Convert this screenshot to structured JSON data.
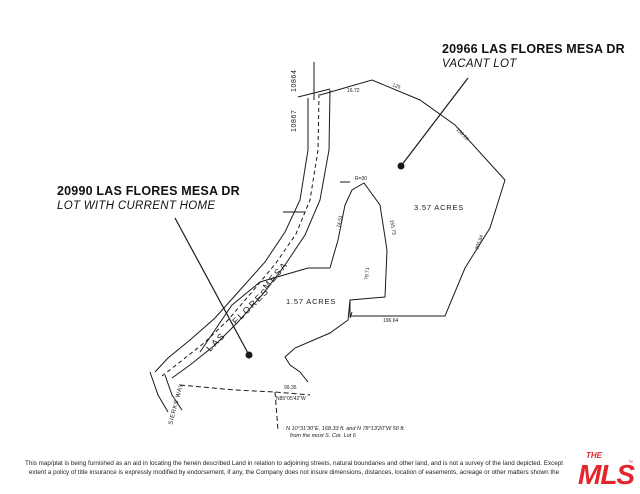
{
  "vacant_lot": {
    "address": "20966 LAS FLORES MESA DR",
    "description": "VACANT LOT"
  },
  "home_lot": {
    "address": "20990 LAS FLORES MESA DR",
    "description": "LOT WITH CURRENT HOME"
  },
  "parcel_labels": {
    "vacant_acres": "3.57 ACRES",
    "home_acres": "1.57 ACRES"
  },
  "street_label": {
    "las": "LAS",
    "flores": "FLORES",
    "mesa": "MESA",
    "sierks_way": "SIERKS WAY"
  },
  "map_numbers": {
    "left_tick": "10867",
    "right_tick": "10864"
  },
  "dimensions": {
    "top_east_1": "16.72",
    "top_east_2": "125",
    "ne_edge": "156.29",
    "east_edge": "305.84",
    "south_edge": "196.64",
    "curve_r": "R=30",
    "curve_mid": "155.73",
    "inner_1": "74.51",
    "inner_2": "79.71",
    "bottom_1": "99.35",
    "bottom_2": "N85°05'42\"W"
  },
  "note": {
    "line1": "N 10°31'30\"E, 168.33 ft. and N 78°13'20\"W 50 ft.",
    "line2": "from the most S. Cor. Lot 6"
  },
  "disclaimer": {
    "line1": "This map/plat is being furnished as an aid in locating the herein described Land in relation to adjoining streets, natural boundaries and other land, and is not a survey of the land depicted. Except",
    "line2": "extent a policy of title insurance is expressly modified by endorsement, if any, the Company does not insure dimensions, distances, location of easements, acreage or other matters shown the"
  },
  "logo": {
    "the": "THE",
    "mls": "MLS",
    "tm": "™"
  },
  "colors": {
    "ink": "#1a1a1a",
    "logo_red": "#e2262b",
    "paper": "#ffffff"
  }
}
